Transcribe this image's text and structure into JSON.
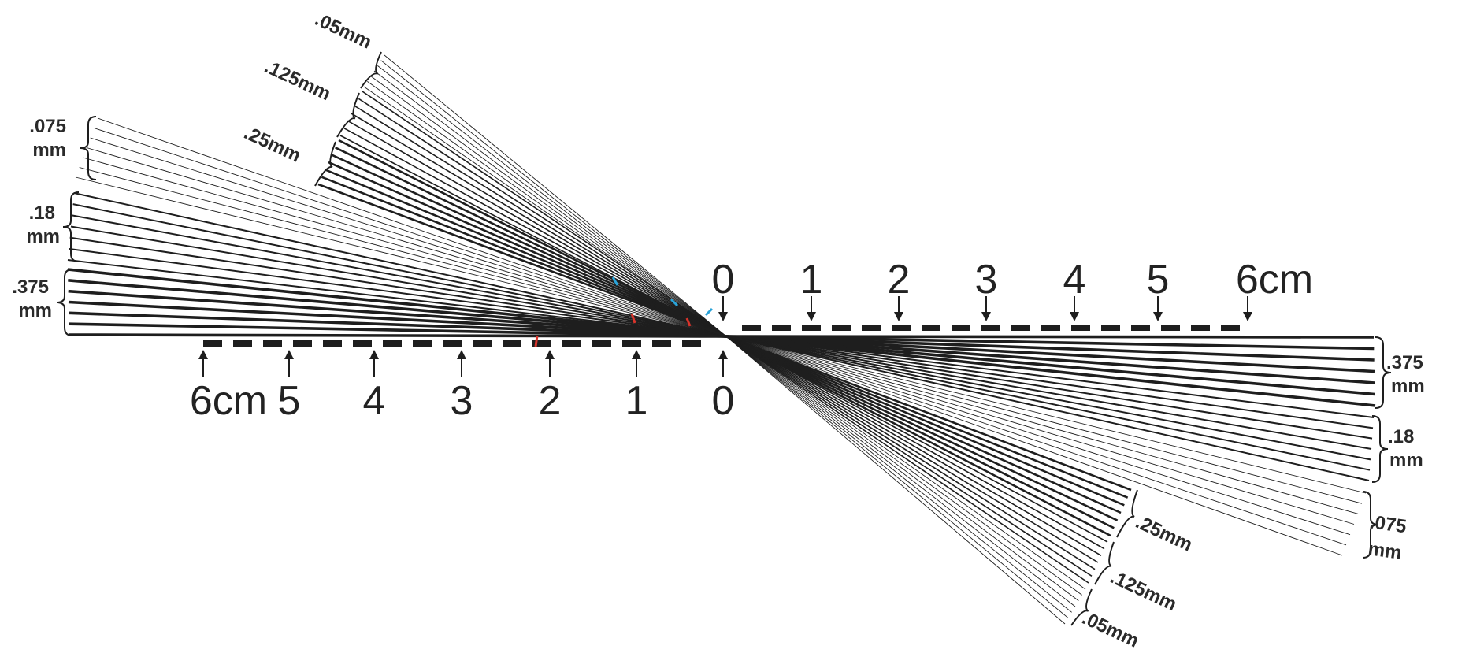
{
  "colors": {
    "background": "#ffffff",
    "ink": "#1e1e1e",
    "marker_red": "#d9342b",
    "marker_blue": "#2aa3d8"
  },
  "scale_top": {
    "labels": [
      "0",
      "1",
      "2",
      "3",
      "4",
      "5",
      "6cm"
    ]
  },
  "scale_bottom": {
    "labels": [
      "0",
      "1",
      "2",
      "3",
      "4",
      "5",
      "6cm"
    ]
  },
  "line_groups": {
    "left_fan": [
      {
        "width_label": ".05mm"
      },
      {
        "width_label": ".125mm"
      },
      {
        "width_label": ".25mm"
      }
    ],
    "left_horizontal": [
      {
        "width_label_line1": ".075",
        "width_label_line2": "mm"
      },
      {
        "width_label_line1": ".18",
        "width_label_line2": "mm"
      },
      {
        "width_label_line1": ".375",
        "width_label_line2": "mm"
      }
    ],
    "right_horizontal": [
      {
        "width_label_line1": ".375",
        "width_label_line2": "mm"
      },
      {
        "width_label_line1": ".18",
        "width_label_line2": "mm"
      },
      {
        "width_label_line1": ".075",
        "width_label_line2": "mm"
      }
    ],
    "right_fan": [
      {
        "width_label": ".25mm"
      },
      {
        "width_label": ".125mm"
      },
      {
        "width_label": ".05mm"
      }
    ]
  }
}
